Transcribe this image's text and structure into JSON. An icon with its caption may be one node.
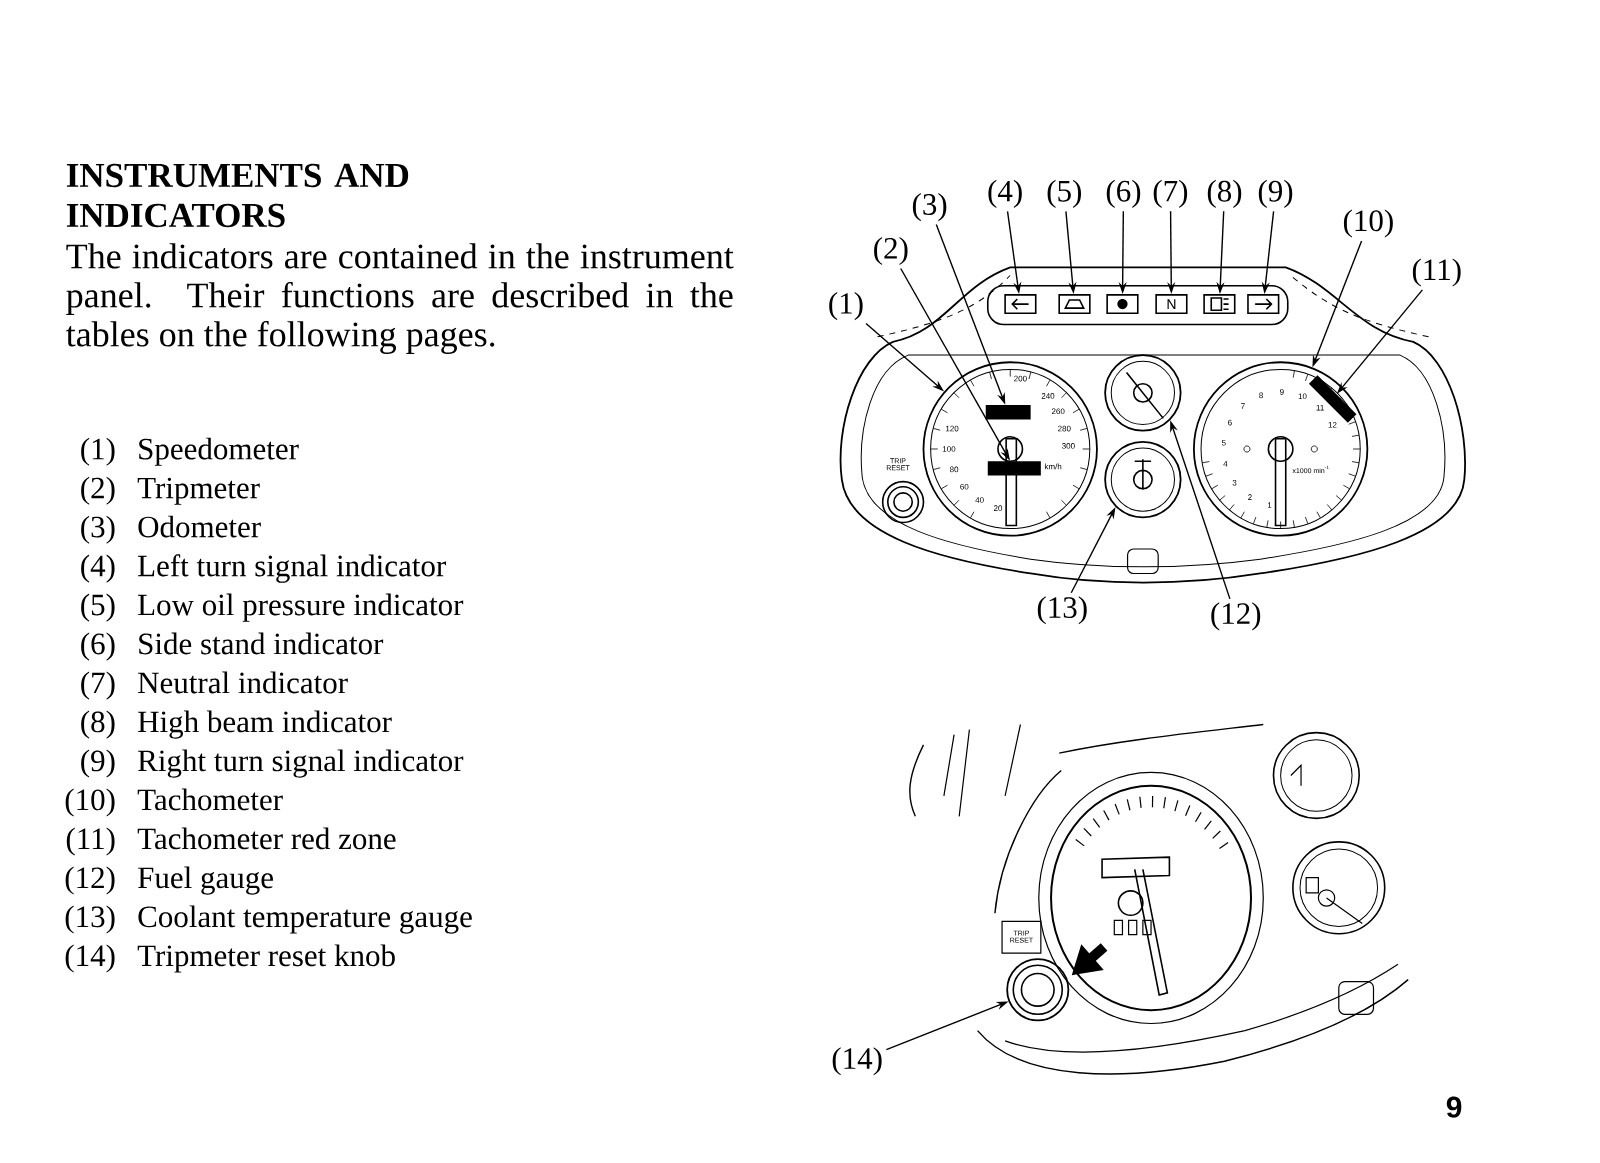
{
  "diagram": {
    "title": "INSTRUMENTS AND INDICATORS",
    "nodes": [
      {
        "text": [
          "(1)"
        ]
      },
      {
        "text": [
          "(2)"
        ]
      },
      {
        "text": [
          "(3)"
        ]
      },
      {
        "text": [
          "(4)"
        ]
      },
      {
        "text": [
          "(5)"
        ]
      },
      {
        "text": [
          "(6)"
        ]
      },
      {
        "text": [
          "(7)"
        ]
      },
      {
        "text": [
          "(8)"
        ]
      },
      {
        "text": [
          "(9)"
        ]
      },
      {
        "text": [
          "(10)"
        ]
      },
      {
        "text": [
          "(11)"
        ]
      },
      {
        "text": [
          "(12)"
        ]
      },
      {
        "text": [
          "(13)"
        ]
      },
      {
        "text": [
          "(14)"
        ]
      },
      {
        "text": [],
        "shape": "circle"
      },
      {
        "text": [],
        "shape": "bar",
        "in": 14
      },
      {
        "text": [],
        "shape": "bar",
        "in": 14
      },
      {
        "text": [],
        "shape": "box"
      },
      {
        "text": [],
        "shape": "box"
      },
      {
        "text": [],
        "shape": "box"
      },
      {
        "text": [
          "N"
        ]
      },
      {
        "text": [],
        "shape": "box"
      },
      {
        "text": [],
        "shape": "box"
      },
      {
        "text": [],
        "shape": "circle"
      },
      {
        "text": [],
        "shape": "bar",
        "in": 23
      },
      {
        "text": [],
        "shape": "circle"
      },
      {
        "text": [],
        "shape": "circle"
      },
      {
        "text": [],
        "shape": "circle"
      }
    ],
    "edges": [
      {
        "from": 0,
        "to": 14,
        "arrow": "to"
      },
      {
        "from": 1,
        "to": 16,
        "arrow": "to"
      },
      {
        "from": 2,
        "to": 15,
        "arrow": "to"
      },
      {
        "from": 3,
        "to": 17,
        "arrow": "to"
      },
      {
        "from": 4,
        "to": 18,
        "arrow": "to"
      },
      {
        "from": 5,
        "to": 19,
        "arrow": "to"
      },
      {
        "from": 6,
        "to": 20,
        "arrow": "to"
      },
      {
        "from": 7,
        "to": 21,
        "arrow": "to"
      },
      {
        "from": 8,
        "to": 22,
        "arrow": "to"
      },
      {
        "from": 9,
        "to": 23,
        "arrow": "to"
      },
      {
        "from": 10,
        "to": 24,
        "arrow": "to"
      },
      {
        "from": 11,
        "to": 25,
        "arrow": "to"
      },
      {
        "from": 12,
        "to": 26,
        "arrow": "to"
      },
      {
        "from": 13,
        "to": 27,
        "arrow": "to"
      }
    ],
    "labels": [
      "The indicators are contained in the instrument panel. Their functions are described in the tables on the following pages.",
      "(1)",
      "Speedometer",
      "(2)",
      "Tripmeter",
      "(3)",
      "Odometer",
      "(4)",
      "Left turn signal indicator",
      "(5)",
      "Low oil pressure indicator",
      "(6)",
      "Side stand indicator",
      "(7)",
      "Neutral indicator",
      "(8)",
      "High beam indicator",
      "(9)",
      "Right turn signal indicator",
      "(10)",
      "Tachometer",
      "(11)",
      "Tachometer red zone",
      "(12)",
      "Fuel gauge",
      "(13)",
      "Coolant temperature gauge",
      "(14)",
      "Tripmeter reset knob",
      "TRIP RESET",
      "200",
      "240",
      "260",
      "280",
      "300",
      "120",
      "100",
      "80",
      "60",
      "40",
      "20",
      "km/h",
      "1",
      "2",
      "3",
      "4",
      "5",
      "6",
      "7",
      "8",
      "9",
      "10",
      "11",
      "12",
      "x1000 min$^{-1}$",
      "TRIP RESET",
      "9"
    ]
  }
}
